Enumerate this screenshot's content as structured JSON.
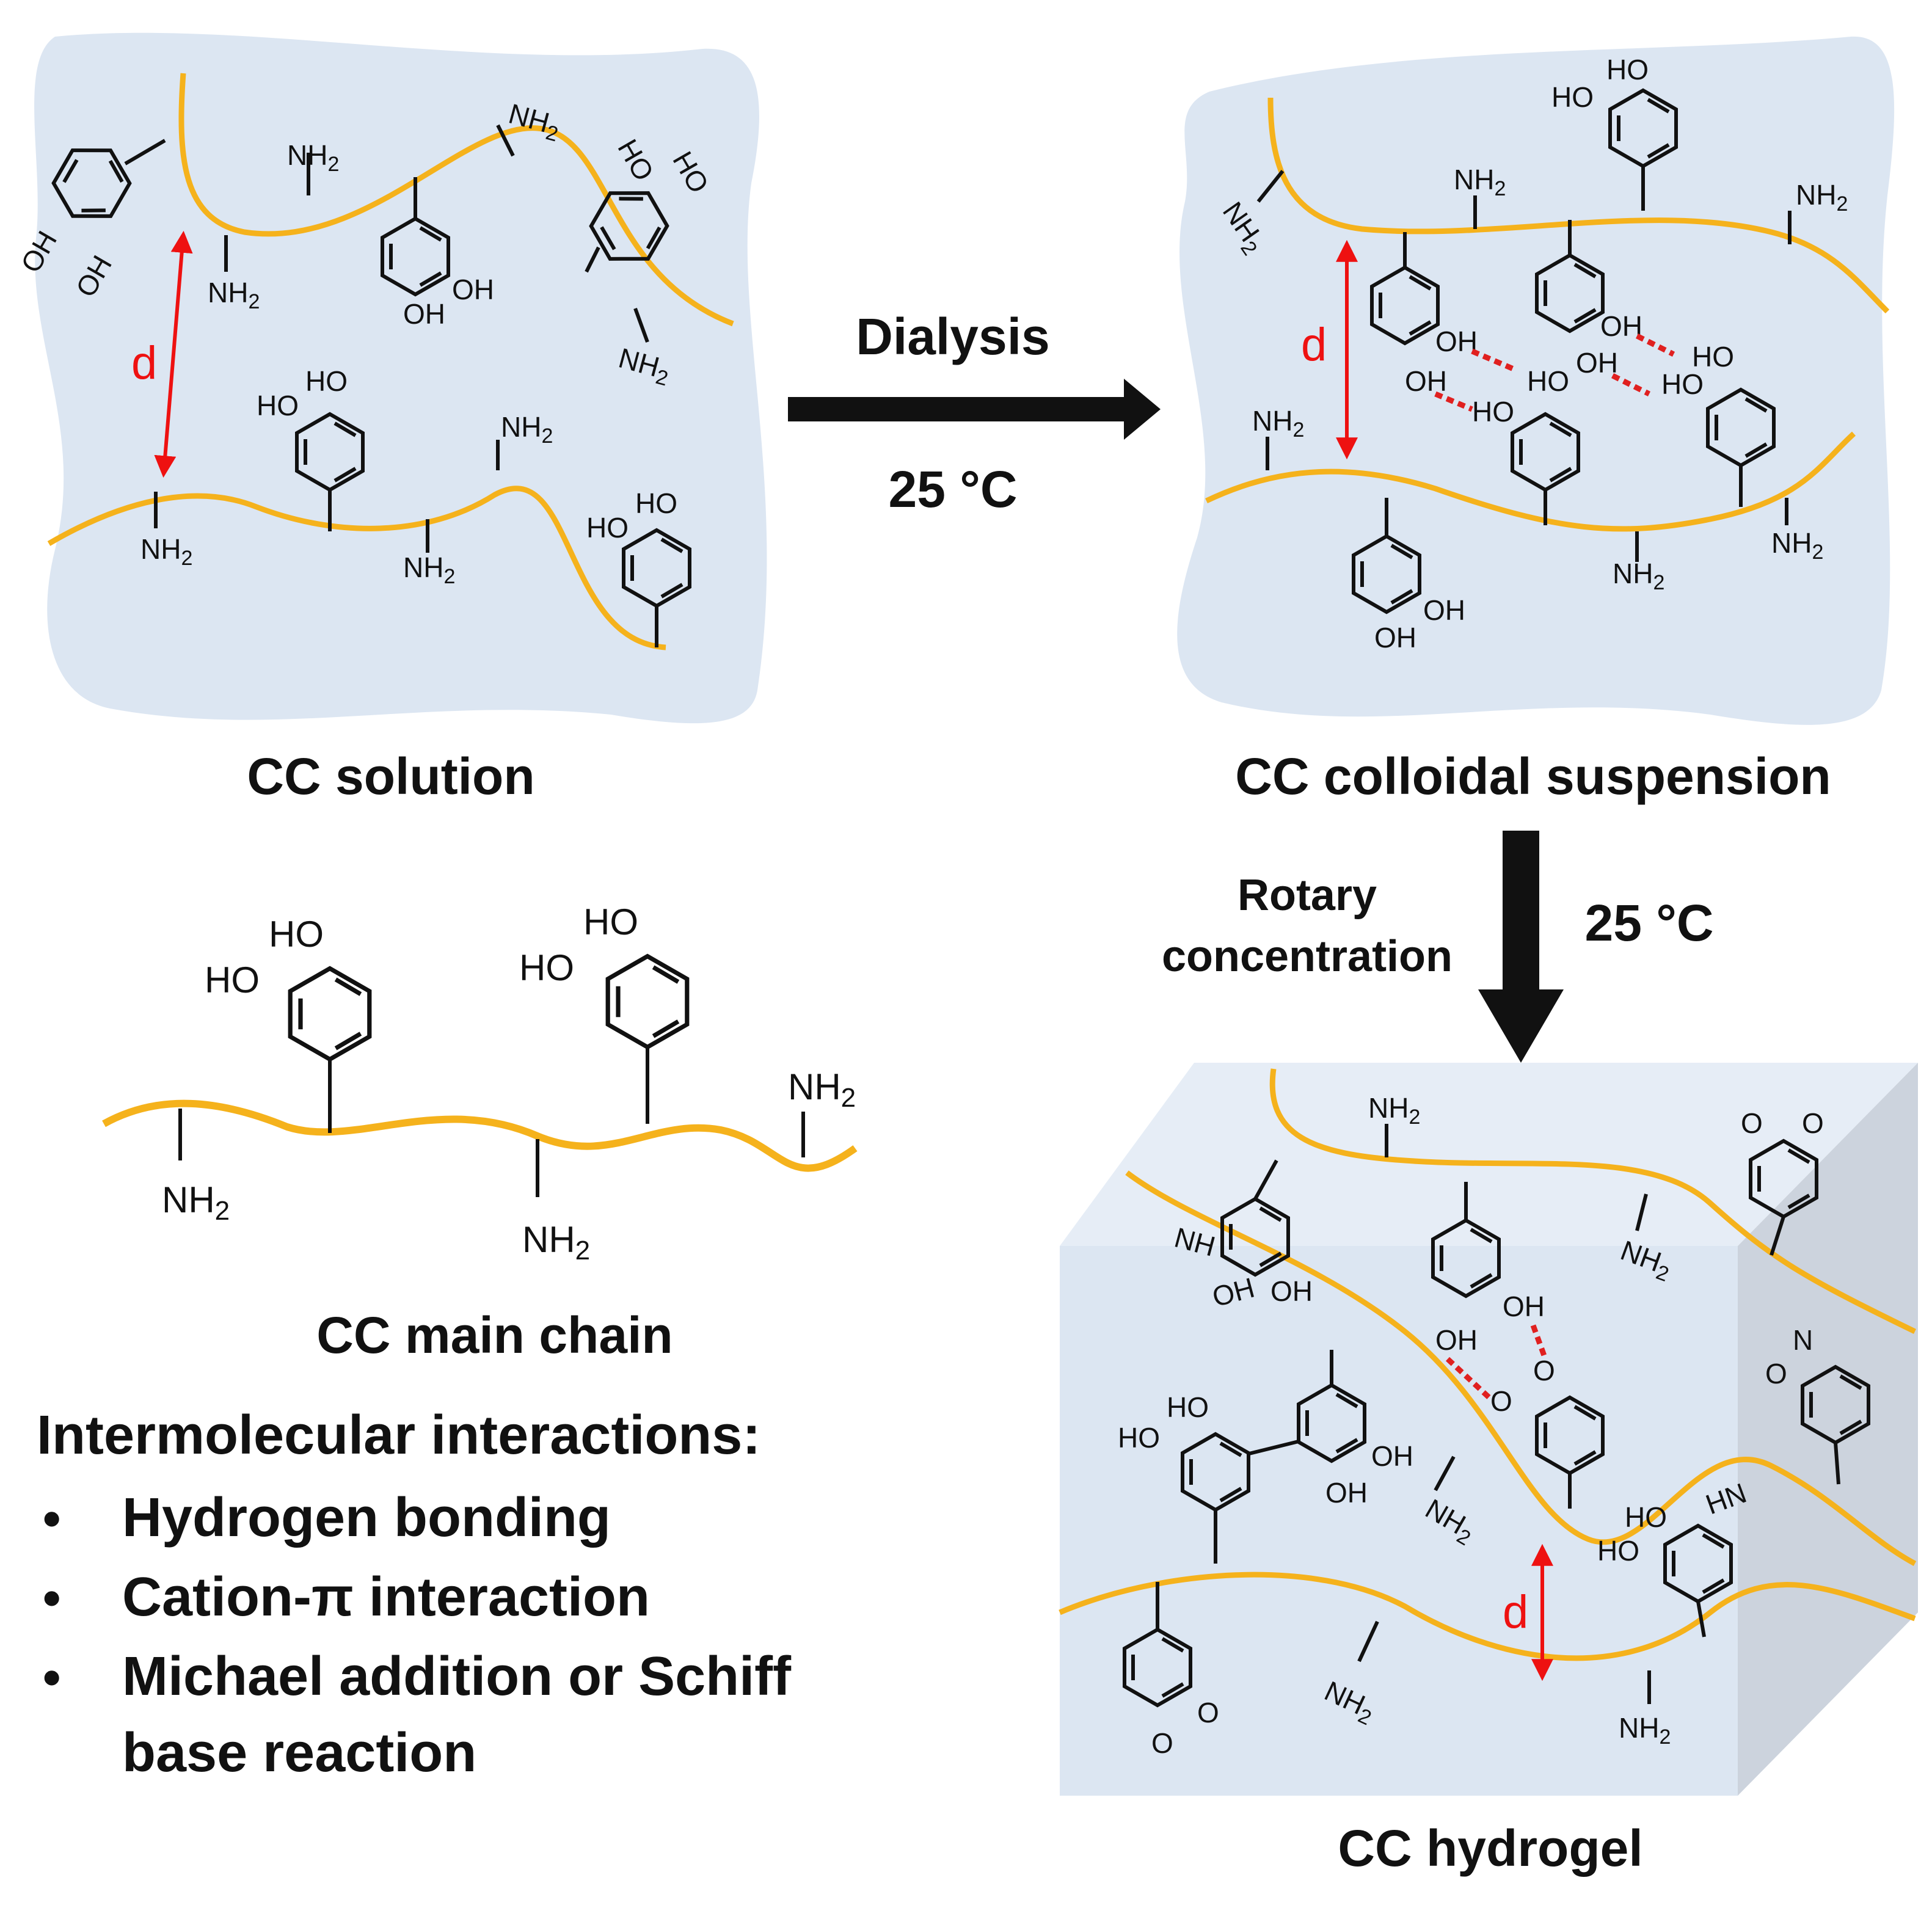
{
  "panels": {
    "solution": {
      "caption": "CC solution",
      "distance_label": "d"
    },
    "colloid": {
      "caption": "CC colloidal suspension",
      "distance_label": "d"
    },
    "hydrogel": {
      "caption": "CC hydrogel",
      "distance_label": "d"
    },
    "main_chain": {
      "caption": "CC main chain"
    }
  },
  "arrows": {
    "dialysis": {
      "label": "Dialysis",
      "temperature": "25 °C"
    },
    "rotary": {
      "label_line1": "Rotary",
      "label_line2": "concentration",
      "temperature": "25 °C"
    }
  },
  "chem_labels": {
    "hydroxyl": "OH",
    "hydroxyl_left": "HO",
    "amine_base": "NH",
    "amine_sub": "2",
    "imine_nh": "NH",
    "imine_hn": "HN",
    "nitrogen": "N",
    "oxygen": "O"
  },
  "interactions": {
    "heading": "Intermolecular interactions:",
    "bullet": "•",
    "items": [
      "Hydrogen bonding",
      "Cation-π interaction",
      "Michael addition or Schiff",
      "base reaction"
    ]
  },
  "colors": {
    "chain": "#f5b21c",
    "blob": "#dce6f2",
    "cube_front": "#dce6f2",
    "cube_top": "#e6edf6",
    "cube_side": "#ccd3dd",
    "distance": "#ee1111",
    "hbond": "#e02020",
    "ink": "#111111"
  }
}
